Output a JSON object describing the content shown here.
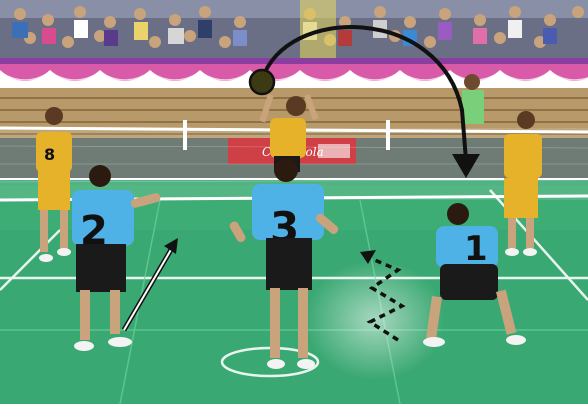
{
  "scene": {
    "banner_text": "Coca-Cola",
    "player_numbers": {
      "left_blue": "2",
      "center_blue": "3",
      "right_blue": "1",
      "left_yellow": "8"
    }
  },
  "colors": {
    "court_green": "#3aa872",
    "court_line": "#e8f5ee",
    "blue_jersey": "#4fb2e6",
    "yellow_jersey": "#e6b22a",
    "black_shorts": "#1a1a1a",
    "trajectory_arrow": "#111111",
    "ball": "#3b3a12",
    "banner_red": "#c8262d",
    "bunting_purple": "#8a3fa0",
    "bunting_pink": "#d85aa8"
  }
}
